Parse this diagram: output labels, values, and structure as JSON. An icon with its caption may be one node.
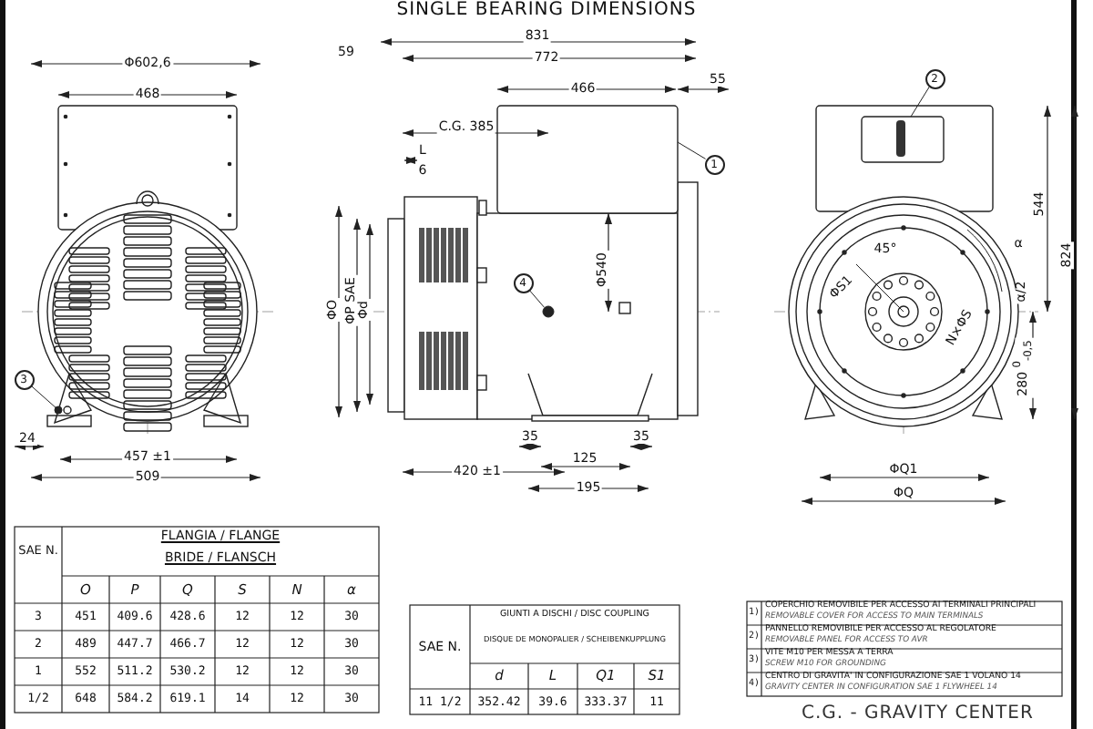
{
  "diagram": {
    "title": "SINGLE BEARING DIMENSIONS",
    "nodes": [
      {
        "text": [
          "2"
        ]
      },
      {
        "text": [
          "1"
        ]
      },
      {
        "text": [
          "4"
        ]
      },
      {
        "text": [
          "3"
        ]
      },
      {
        "text": [],
        "shape": "box"
      },
      {
        "text": [],
        "shape": "box"
      },
      {
        "text": [],
        "shape": "circle"
      },
      {
        "text": [],
        "shape": "circle"
      }
    ],
    "edges": [
      {
        "from": 0,
        "to": 5,
        "arrow": "none"
      },
      {
        "from": 1,
        "to": 4,
        "arrow": "none"
      },
      {
        "from": 2,
        "to": 6,
        "arrow": "none"
      },
      {
        "from": 3,
        "to": 7,
        "arrow": "none"
      }
    ],
    "labels": [
      "Φ602,6",
      "468",
      "59",
      "831",
      "772",
      "466",
      "55",
      "C.G. 385",
      "L",
      "6",
      "ΦO",
      "ΦP SAE",
      "Φd",
      "Φ540",
      "24",
      "457 ±1",
      "509",
      "35",
      "35",
      "420 ±1",
      "125",
      "195",
      "45°",
      "ΦS1",
      "N×ΦS",
      "α",
      "α/2",
      "544",
      "824",
      "280 $^{0}$$_{-0,5}$",
      "ΦQ1",
      "ΦQ",
      "SAE N.",
      "FLANGIA / FLANGE",
      "BRIDE / FLANSCH",
      "O",
      "P",
      "Q",
      "S",
      "N",
      "α",
      "3",
      "451",
      "409.6",
      "428.6",
      "12",
      "12",
      "30",
      "2",
      "489",
      "447.7",
      "466.7",
      "12",
      "12",
      "30",
      "1",
      "552",
      "511.2",
      "530.2",
      "12",
      "12",
      "30",
      "1/2",
      "648",
      "584.2",
      "619.1",
      "14",
      "12",
      "30",
      "SAE N.",
      "GIUNTI A DISCHI / DISC COUPLING",
      "DISQUE DE MONOPALIER / SCHEIBENKUPPLUNG",
      "d",
      "L",
      "Q1",
      "S1",
      "11 1/2",
      "352.42",
      "39.6",
      "333.37",
      "11",
      "1)",
      "COPERCHIO REMOVIBILE PER ACCESSO AI TERMINALI PRINCIPALI",
      "REMOVABLE COVER FOR ACCESS TO MAIN TERMINALS",
      "2)",
      "PANNELLO REMOVIBILE PER ACCESSO AL REGOLATORE",
      "REMOVABLE PANEL FOR ACCESS TO AVR",
      "3)",
      "VITE M10 PER MESSA A TERRA",
      "SCREW M10 FOR GROUNDING",
      "4)",
      "CENTRO DI GRAVITA' IN CONFIGURAZIONE SAE 1 VOLANO 14",
      "GRAVITY CENTER IN CONFIGURATION SAE 1 FLYWHEEL 14",
      "C.G. - GRAVITY CENTER"
    ]
  }
}
